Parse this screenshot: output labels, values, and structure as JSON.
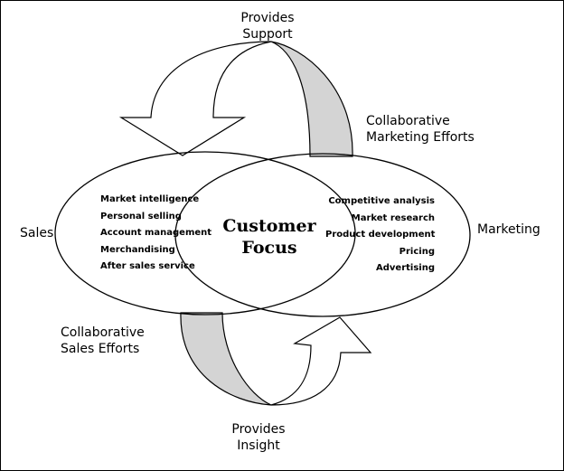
{
  "top_label": [
    "Provides",
    "Support"
  ],
  "bottom_label": [
    "Provides",
    "Insight"
  ],
  "left_label": "Sales",
  "right_label": "Marketing",
  "collab_marketing": [
    "Collaborative",
    "Marketing Efforts"
  ],
  "collab_sales": [
    "Collaborative",
    "Sales Efforts"
  ],
  "center_label": [
    "Customer",
    "Focus"
  ],
  "sales_items": [
    "Market intelligence",
    "Personal selling",
    "Account management",
    "Merchandising",
    "After sales service"
  ],
  "marketing_items": [
    "Competitive analysis",
    "Market research",
    "Product development",
    "Pricing",
    "Advertising"
  ],
  "colors": {
    "arrow_shade": "#d4d4d4",
    "stroke": "#000000",
    "background": "#ffffff"
  }
}
